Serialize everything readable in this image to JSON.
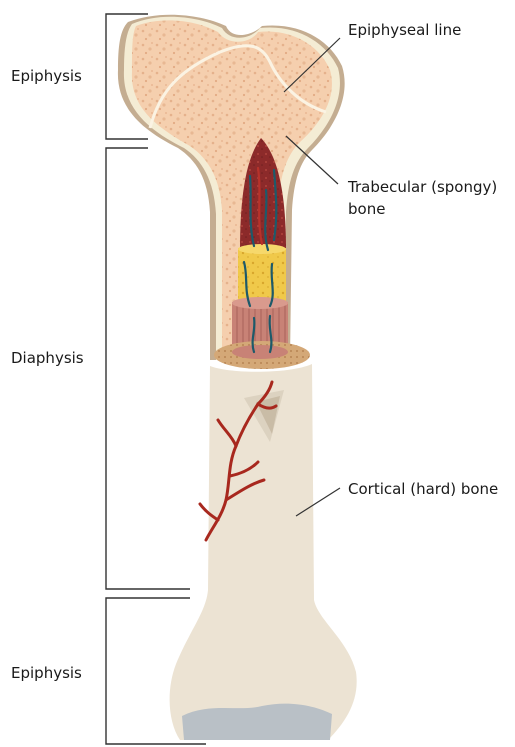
{
  "regions": {
    "epiphysis_top": "Epiphysis",
    "diaphysis": "Diaphysis",
    "epiphysis_bottom": "Epiphysis"
  },
  "callouts": {
    "epiphyseal_line": "Epiphyseal line",
    "trabecular_line1": "Trabecular (spongy)",
    "trabecular_line2": "bone",
    "cortical": "Cortical (hard) bone"
  },
  "colors": {
    "spongy_bone": "#f5cfae",
    "cortex_outer": "#c4ad91",
    "cortex_inner": "#f4ecd4",
    "shaft": "#ece3d3",
    "marrow_red": "#8c2a2a",
    "marrow_yellow": "#f0c94a",
    "blood_vessel": "#a8281e",
    "vein": "#1d5a6a",
    "cartilage": "#b9c0c6"
  }
}
